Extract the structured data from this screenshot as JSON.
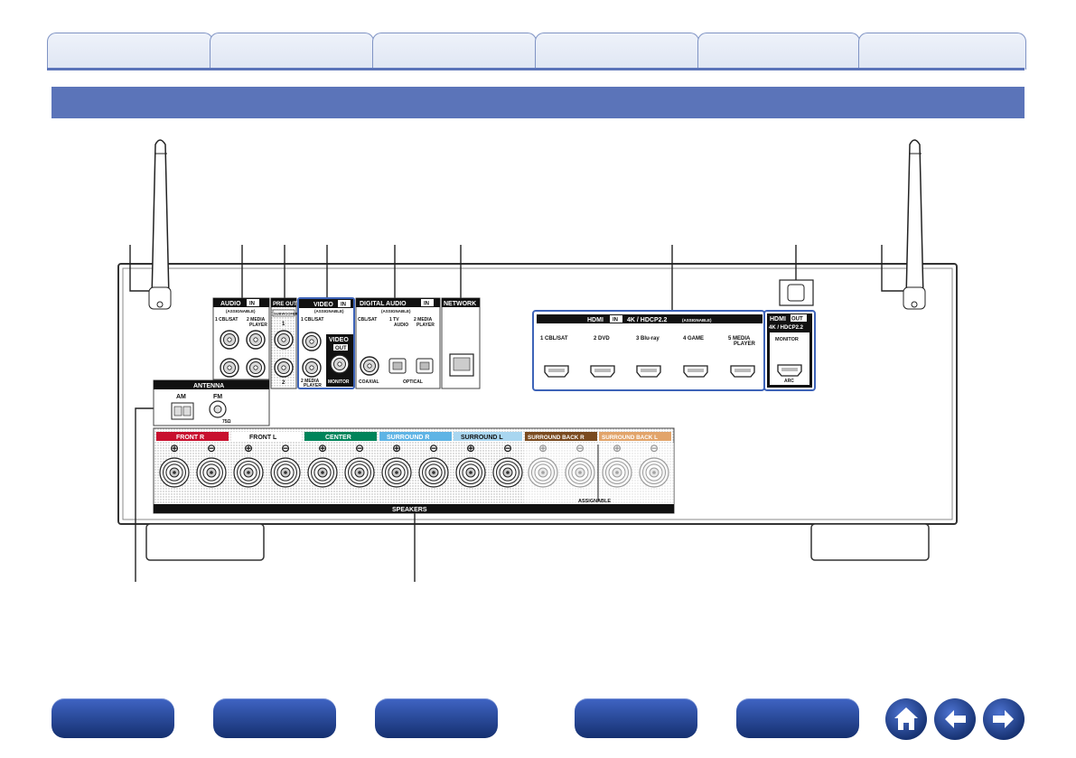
{
  "colors": {
    "accent": "#5b74b9",
    "nav_button": "#1f3d8a",
    "front_r": "#c8102e",
    "center": "#00845a",
    "surround": "#5fb4e5",
    "surround_back_r": "#7a4a1f",
    "surround_back_l": "#e2a46a",
    "panel_outline": "#3d63b8"
  },
  "panel": {
    "audio": {
      "title": "AUDIO",
      "in": "IN",
      "sub": "(ASSIGNABLE)",
      "ch1": "1 CBL/SAT",
      "ch2": "2  MEDIA",
      "ch2b": "PLAYER"
    },
    "preout": {
      "title": "PRE OUT",
      "sub": "SUBWOOFER",
      "n1": "1",
      "n2": "2"
    },
    "video": {
      "title": "VIDEO",
      "in": "IN",
      "sub": "(ASSIGNABLE)",
      "ch1": "1 CBL/SAT",
      "ch2": "2  MEDIA",
      "ch2b": "PLAYER",
      "out_title": "VIDEO",
      "out": "OUT",
      "monitor": "MONITOR"
    },
    "digital": {
      "title": "DIGITAL AUDIO",
      "in": "IN",
      "sub": "(ASSIGNABLE)",
      "cbl": "CBL/SAT",
      "tv1": "1  TV",
      "tv2": "AUDIO",
      "mp1": "2  MEDIA",
      "mp2": "PLAYER",
      "coaxial": "COAXIAL",
      "optical": "OPTICAL"
    },
    "network": {
      "title": "NETWORK"
    },
    "hdmi_in": {
      "title": "HDMI",
      "in": "IN",
      "spec": "4K / HDCP2.2",
      "sub": "(ASSIGNABLE)",
      "ports": [
        "1  CBL/SAT",
        "2  DVD",
        "3  Blu-ray",
        "4  GAME",
        "5  MEDIA"
      ],
      "port5b": "PLAYER"
    },
    "hdmi_out": {
      "title": "HDMI",
      "out": "OUT",
      "spec": "4K / HDCP2.2",
      "monitor": "MONITOR",
      "arc": "ARC"
    },
    "antenna": {
      "title": "ANTENNA",
      "am": "AM",
      "fm": "FM",
      "ohm": "75Ω"
    },
    "speakers": {
      "title": "SPEAKERS",
      "front_r": "FRONT R",
      "front_l": "FRONT L",
      "center": "CENTER",
      "surround_r": "SURROUND R",
      "surround_l": "SURROUND L",
      "sb_r": "SURROUND BACK R",
      "sb_l": "SURROUND BACK L",
      "assignable": "ASSIGNABLE"
    }
  }
}
